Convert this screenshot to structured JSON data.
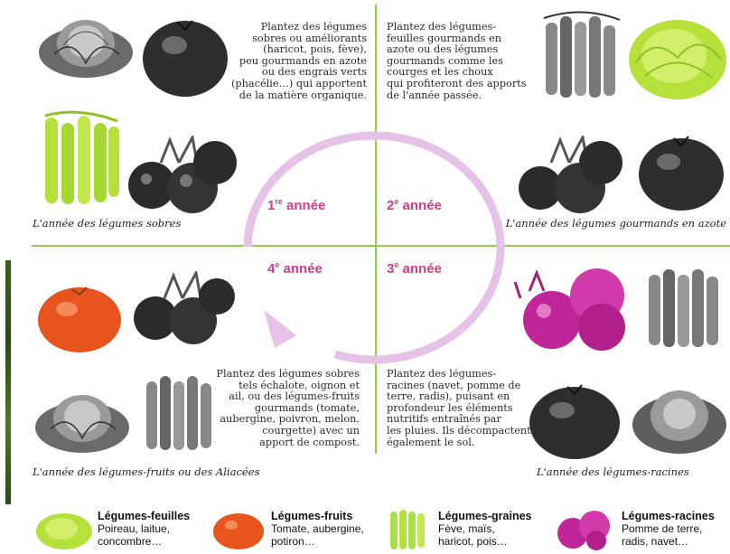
{
  "years": {
    "y1": {
      "num": "1",
      "sup": "re",
      "word": "année"
    },
    "y2": {
      "num": "2",
      "sup": "e",
      "word": "année"
    },
    "y3": {
      "num": "3",
      "sup": "e",
      "word": "année"
    },
    "y4": {
      "num": "4",
      "sup": "e",
      "word": "année"
    }
  },
  "quadrants": {
    "top_left": {
      "text": [
        "Plantez des légumes",
        "sobres ou améliorants",
        "(haricot, pois, fève),",
        "peu gourmands en azote",
        "ou des engrais verts",
        "(phacélie…) qui apportent",
        "de la matière organique."
      ],
      "caption": "L'année des légumes sobres"
    },
    "top_right": {
      "text": [
        "Plantez des légumes-",
        "feuilles gourmands en",
        "azote ou des légumes",
        "gourmands comme les",
        "courges et les choux",
        "qui profiteront des apports",
        "de l'année passée."
      ],
      "caption": "L'année des légumes gourmands en azote"
    },
    "bottom_left": {
      "text": [
        "Plantez des légumes sobres",
        "tels échalote, oignon et",
        "ail, ou des légumes-fruits",
        "gourmands (tomate,",
        "aubergine, poivron, melon,",
        "courgette) avec un",
        "apport de compost."
      ],
      "caption": "L'année des légumes-fruits ou des Aliacées"
    },
    "bottom_right": {
      "text": [
        "Plantez des légumes-",
        "racines (navet, pomme de",
        "terre, radis), puisant en",
        "profondeur les éléments",
        "nutritifs entraînés par",
        "les pluies. Ils décompactent",
        "également le sol."
      ],
      "caption": "L'année des légumes-racines"
    }
  },
  "legend": [
    {
      "title": "Légumes-feuilles",
      "lines": [
        "Poireau, laitue,",
        "concombre…"
      ],
      "icon": "lettuce-icon",
      "color": "#b6e03a"
    },
    {
      "title": "Légumes-fruits",
      "lines": [
        "Tomate, aubergine,",
        "potiron…"
      ],
      "icon": "tomato-icon",
      "color": "#e8541e"
    },
    {
      "title": "Légumes-graines",
      "lines": [
        "Fève, maïs,",
        "haricot, pois…"
      ],
      "icon": "pea-pod-icon",
      "color": "#a8e04a"
    },
    {
      "title": "Légumes-racines",
      "lines": [
        "Pomme de terre,",
        "radis, navet…"
      ],
      "icon": "turnip-icon",
      "color": "#c0259a"
    }
  ],
  "colors": {
    "divider": "#8fce4e",
    "cycle_arrow": "#e6c2e8",
    "year_label": "#d63a8a",
    "leaf_green": "#b6e03a",
    "tomato_orange": "#e8541e",
    "turnip_magenta": "#c0259a",
    "engraving_gray": "#3a3a3a"
  }
}
